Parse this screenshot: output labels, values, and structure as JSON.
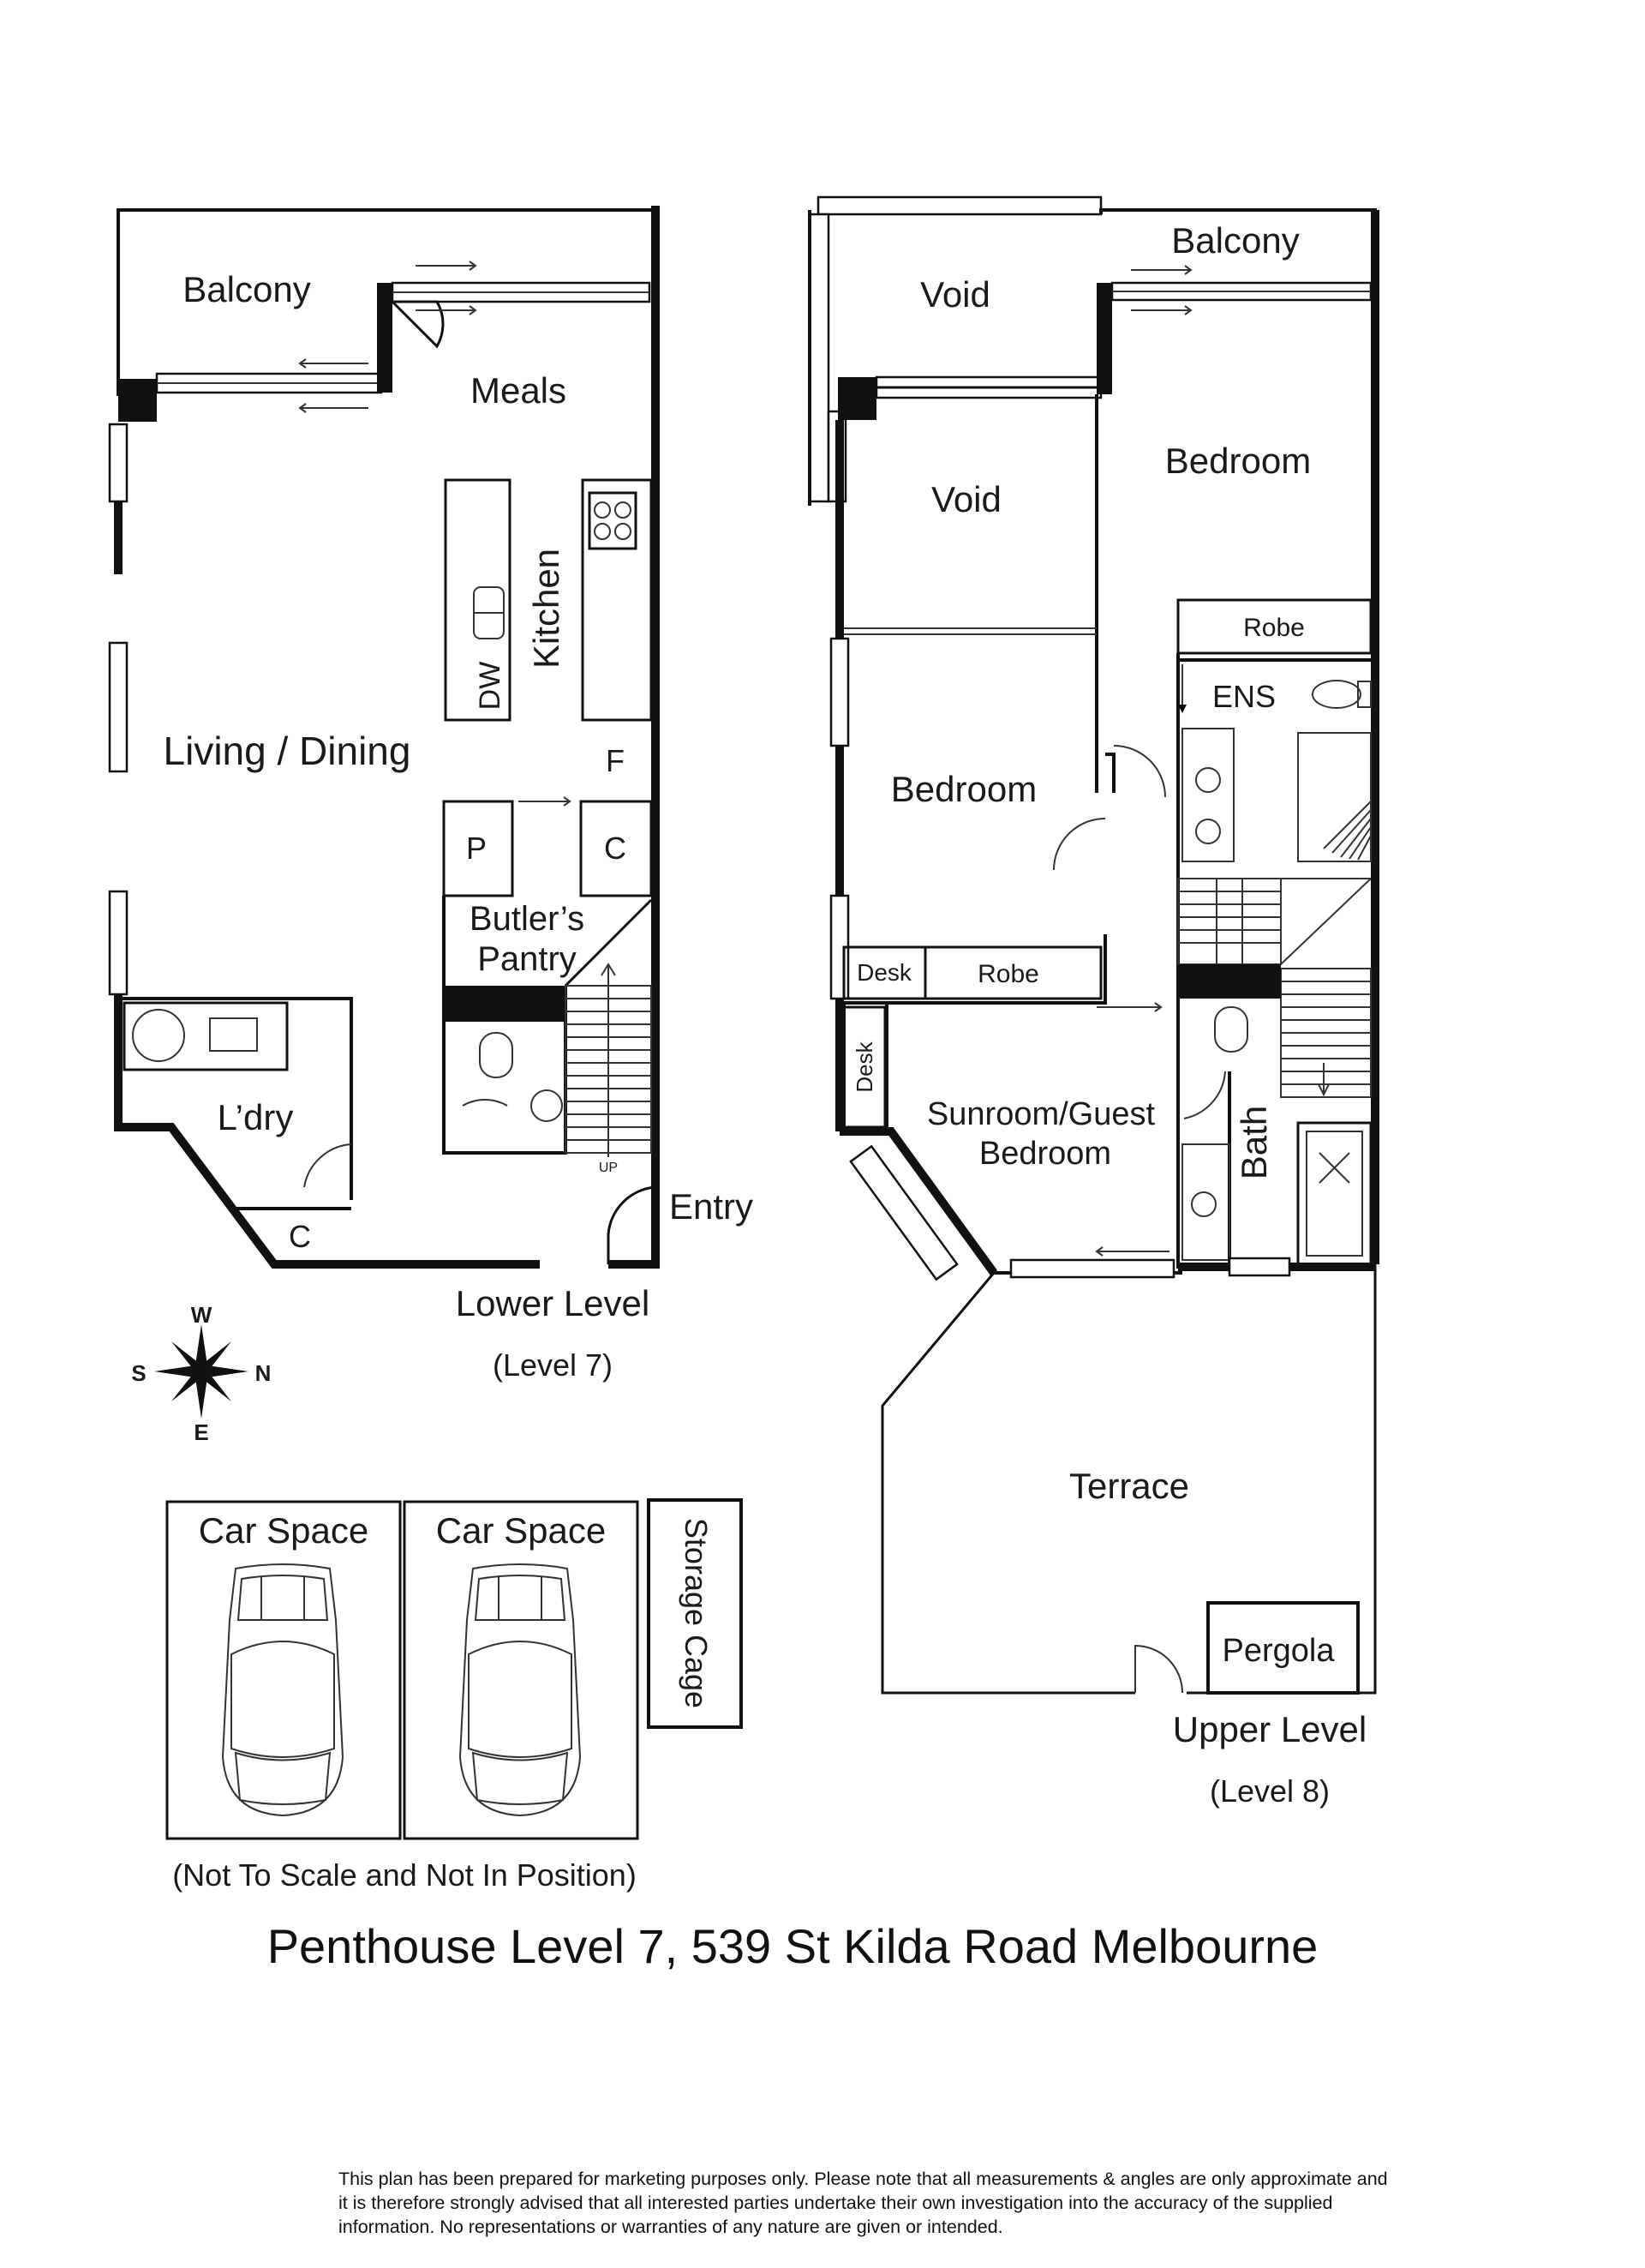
{
  "title": "Penthouse Level 7, 539 St Kilda Road Melbourne",
  "lower_level": {
    "caption": "Lower Level",
    "level": "(Level 7)",
    "rooms": {
      "balcony": "Balcony",
      "meals": "Meals",
      "kitchen": "Kitchen",
      "dw": "DW",
      "living_dining": "Living / Dining",
      "f": "F",
      "p": "P",
      "c": "C",
      "butlers_pantry_1": "Butler’s",
      "butlers_pantry_2": "Pantry",
      "laundry": "L’dry",
      "laundry_c": "C",
      "up": "UP",
      "entry": "Entry"
    }
  },
  "upper_level": {
    "caption": "Upper Level",
    "level": "(Level 8)",
    "rooms": {
      "void_top": "Void",
      "balcony": "Balcony",
      "void": "Void",
      "bedroom_1": "Bedroom",
      "robe_1": "Robe",
      "ens": "ENS",
      "bedroom_2": "Bedroom",
      "desk": "Desk",
      "robe_2": "Robe",
      "desk_2": "Desk",
      "sunroom_1": "Sunroom/Guest",
      "sunroom_2": "Bedroom",
      "bath": "Bath",
      "terrace": "Terrace",
      "pergola": "Pergola"
    }
  },
  "compass": {
    "w": "W",
    "s": "S",
    "n": "N",
    "e": "E"
  },
  "parking": {
    "car_space_1": "Car Space",
    "car_space_2": "Car Space",
    "storage": "Storage Cage",
    "note": "(Not To Scale and Not In Position)"
  },
  "disclaimer": "This plan has been prepared for marketing purposes only.  Please note that all measurements & angles are only approximate and it is therefore strongly advised that all interested parties undertake their own investigation into the accuracy of the supplied information.  No representations or warranties of any nature are given or intended."
}
